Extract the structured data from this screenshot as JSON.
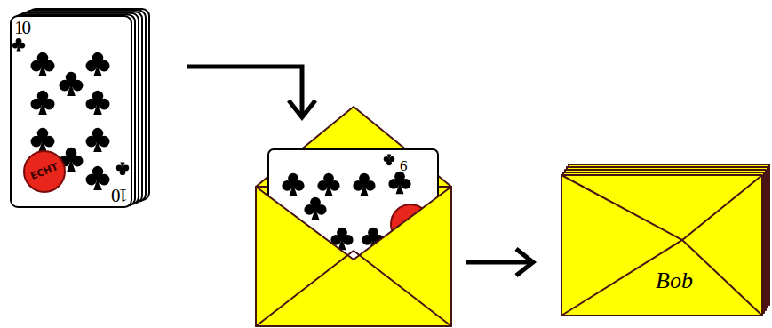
{
  "diagram": {
    "nodes": [
      {
        "text": [
          "10",
          "10"
        ]
      },
      {
        "text": [
          "ECHT"
        ],
        "in": 0
      },
      {
        "text": [
          "9"
        ]
      },
      {
        "text": [
          "Bob"
        ]
      }
    ],
    "edges": [
      {
        "from": 0,
        "to": 2,
        "arrow": "to"
      },
      {
        "from": 2,
        "to": 3,
        "arrow": "to"
      }
    ]
  }
}
